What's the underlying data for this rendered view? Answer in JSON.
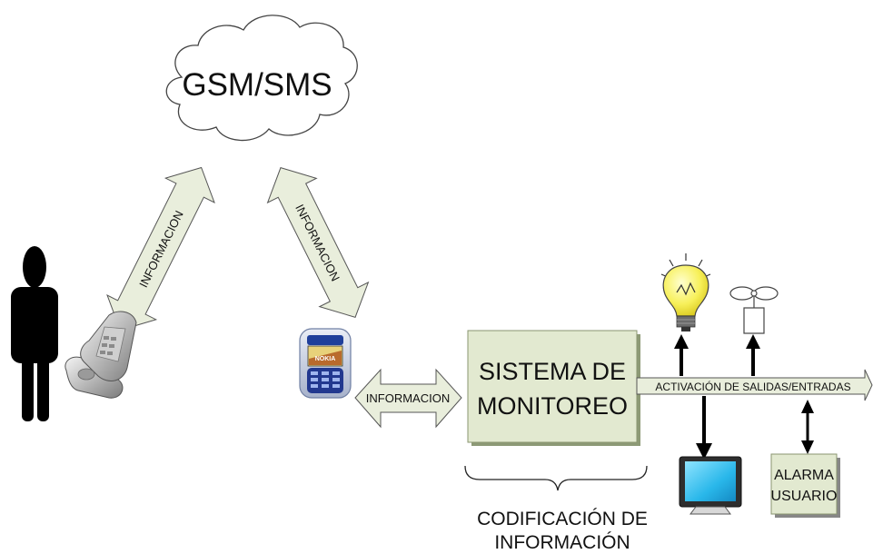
{
  "cloud": {
    "label": "GSM/SMS"
  },
  "links": {
    "user_to_network": "INFORMACION",
    "network_to_device": "INFORMACION",
    "device_to_system": "INFORMACION"
  },
  "system": {
    "line1": "SISTEMA DE",
    "line2": "MONITOREO"
  },
  "bus": {
    "label": "ACTIVACIÓN DE SALIDAS/ENTRADAS"
  },
  "alarm": {
    "line1": "ALARMA",
    "line2": "USUARIO"
  },
  "encoding": {
    "line1": "CODIFICACIÓN DE",
    "line2": "INFORMACIÓN"
  },
  "phone_brand": "NOKIA",
  "icons": [
    "person-icon",
    "flip-phone-icon",
    "nokia-phone-icon",
    "light-bulb-icon",
    "fan-icon",
    "monitor-icon"
  ],
  "colors": {
    "arrow_fill": "#e9eedc",
    "system_fill": "#e2e9d0",
    "screen": "#29b7ea",
    "bulb": "#f7f05a"
  }
}
